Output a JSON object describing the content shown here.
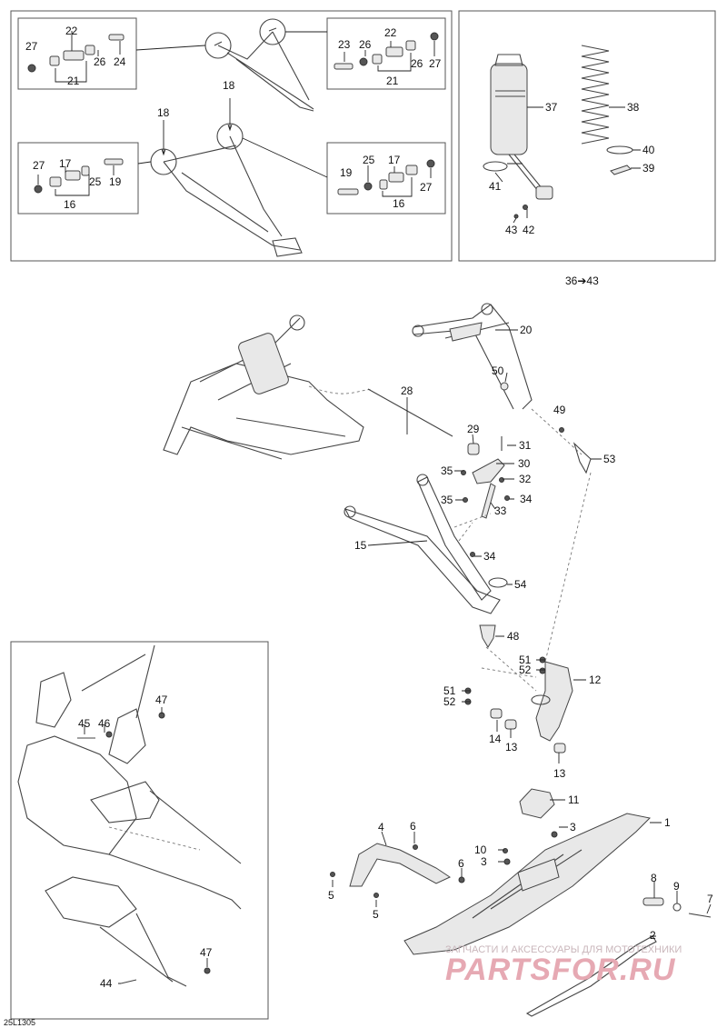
{
  "labels": {
    "l27a": "27",
    "l22a": "22",
    "l26a": "26",
    "l24": "24",
    "l21a": "21",
    "l23": "23",
    "l26b": "26",
    "l22b": "22",
    "l26c": "26",
    "l27b": "27",
    "l21b": "21",
    "l18a": "18",
    "l18b": "18",
    "l27c": "27",
    "l17a": "17",
    "l25a": "25",
    "l19a": "19",
    "l16a": "16",
    "l19b": "19",
    "l25b": "25",
    "l17b": "17",
    "l27d": "27",
    "l16b": "16",
    "l37": "37",
    "l38": "38",
    "l40": "40",
    "l39": "39",
    "l41": "41",
    "l43": "43",
    "l42": "42",
    "l36to43": "36➔43",
    "l20": "20",
    "l50": "50",
    "l28": "28",
    "l49": "49",
    "l29": "29",
    "l31": "31",
    "l53": "53",
    "l30": "30",
    "l35a": "35",
    "l32": "32",
    "l35b": "35",
    "l34a": "34",
    "l33": "33",
    "l15": "15",
    "l34b": "34",
    "l54": "54",
    "l48": "48",
    "l51a": "51",
    "l52a": "52",
    "l12": "12",
    "l51b": "51",
    "l52b": "52",
    "l14": "14",
    "l13a": "13",
    "l13b": "13",
    "l47a": "47",
    "l45": "45",
    "l46": "46",
    "l47b": "47",
    "l44": "44",
    "l11": "11",
    "l1": "1",
    "l3a": "3",
    "l4": "4",
    "l6a": "6",
    "l10": "10",
    "l3b": "3",
    "l6b": "6",
    "l5a": "5",
    "l5b": "5",
    "l8": "8",
    "l9": "9",
    "l7": "7",
    "l2": "2"
  },
  "watermark": {
    "line1": "ЗАПЧАСТИ И АКСЕССУАРЫ ДЛЯ МОТОТЕХНИКИ",
    "line2": "PARTSFOR.RU"
  },
  "diagram_code": "25L1305"
}
